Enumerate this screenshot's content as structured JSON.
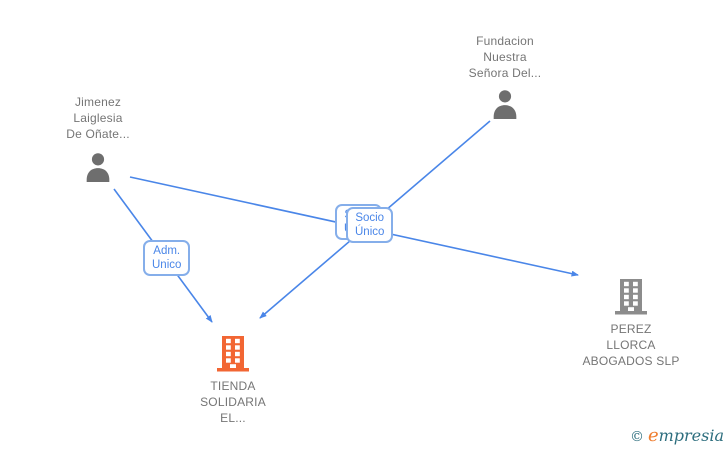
{
  "diagram": {
    "entities": {
      "fundacion": {
        "type": "person",
        "name_lines": [
          "Fundacion",
          "Nuestra",
          "Señora Del..."
        ]
      },
      "jimenez": {
        "type": "person",
        "name_lines": [
          "Jimenez",
          "Laiglesia",
          "De Oñate..."
        ]
      },
      "tienda": {
        "type": "company",
        "name_lines": [
          "TIENDA",
          "SOLIDARIA",
          "EL..."
        ],
        "icon_color": "#f26633"
      },
      "perez": {
        "type": "company",
        "name_lines": [
          "PEREZ",
          "LLORCA",
          "ABOGADOS SLP"
        ],
        "icon_color": "#8c8c8c"
      }
    },
    "edge_labels": {
      "adm_unico": {
        "line1": "Adm.",
        "line2": "Unico"
      },
      "socio_unico_front": {
        "line1": "Socio",
        "line2": "Único"
      },
      "socio_unico_back": {
        "line1": "Socio",
        "line2": "Único"
      }
    },
    "colors": {
      "edge": "#4a86e8",
      "label_border": "#85aeea",
      "label_text": "#4a86e8",
      "person_icon": "#6e6e6e",
      "company_icon_gray": "#8c8c8c",
      "company_icon_orange": "#f26633",
      "entity_text": "#757575"
    }
  },
  "footer": {
    "copyright": "©",
    "brand_initial": "e",
    "brand_rest": "mpresia",
    "brand_teal": "#2d6e7e",
    "brand_orange": "#ef7d2f"
  }
}
